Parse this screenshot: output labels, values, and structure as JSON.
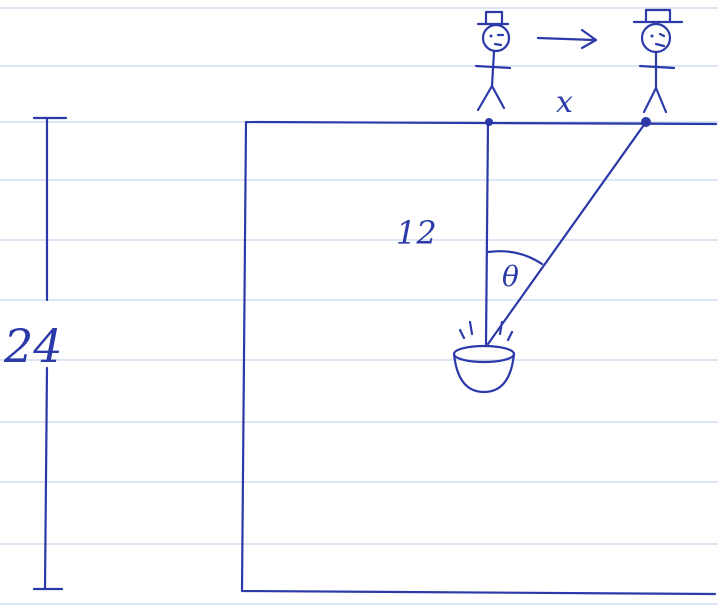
{
  "diagram": {
    "labels": {
      "height": "24",
      "radius": "12",
      "distance": "x",
      "angle": "θ"
    },
    "colors": {
      "ink": "#2b3aa8",
      "paper": "#ffffff",
      "rule_lines": "#b9cce8"
    },
    "elements": {
      "room": "square-room",
      "person_start": "stick-figure-with-hat",
      "person_end": "stick-figure-with-hat",
      "motion": "right-arrow",
      "lamp": "hanging-lamp"
    }
  }
}
